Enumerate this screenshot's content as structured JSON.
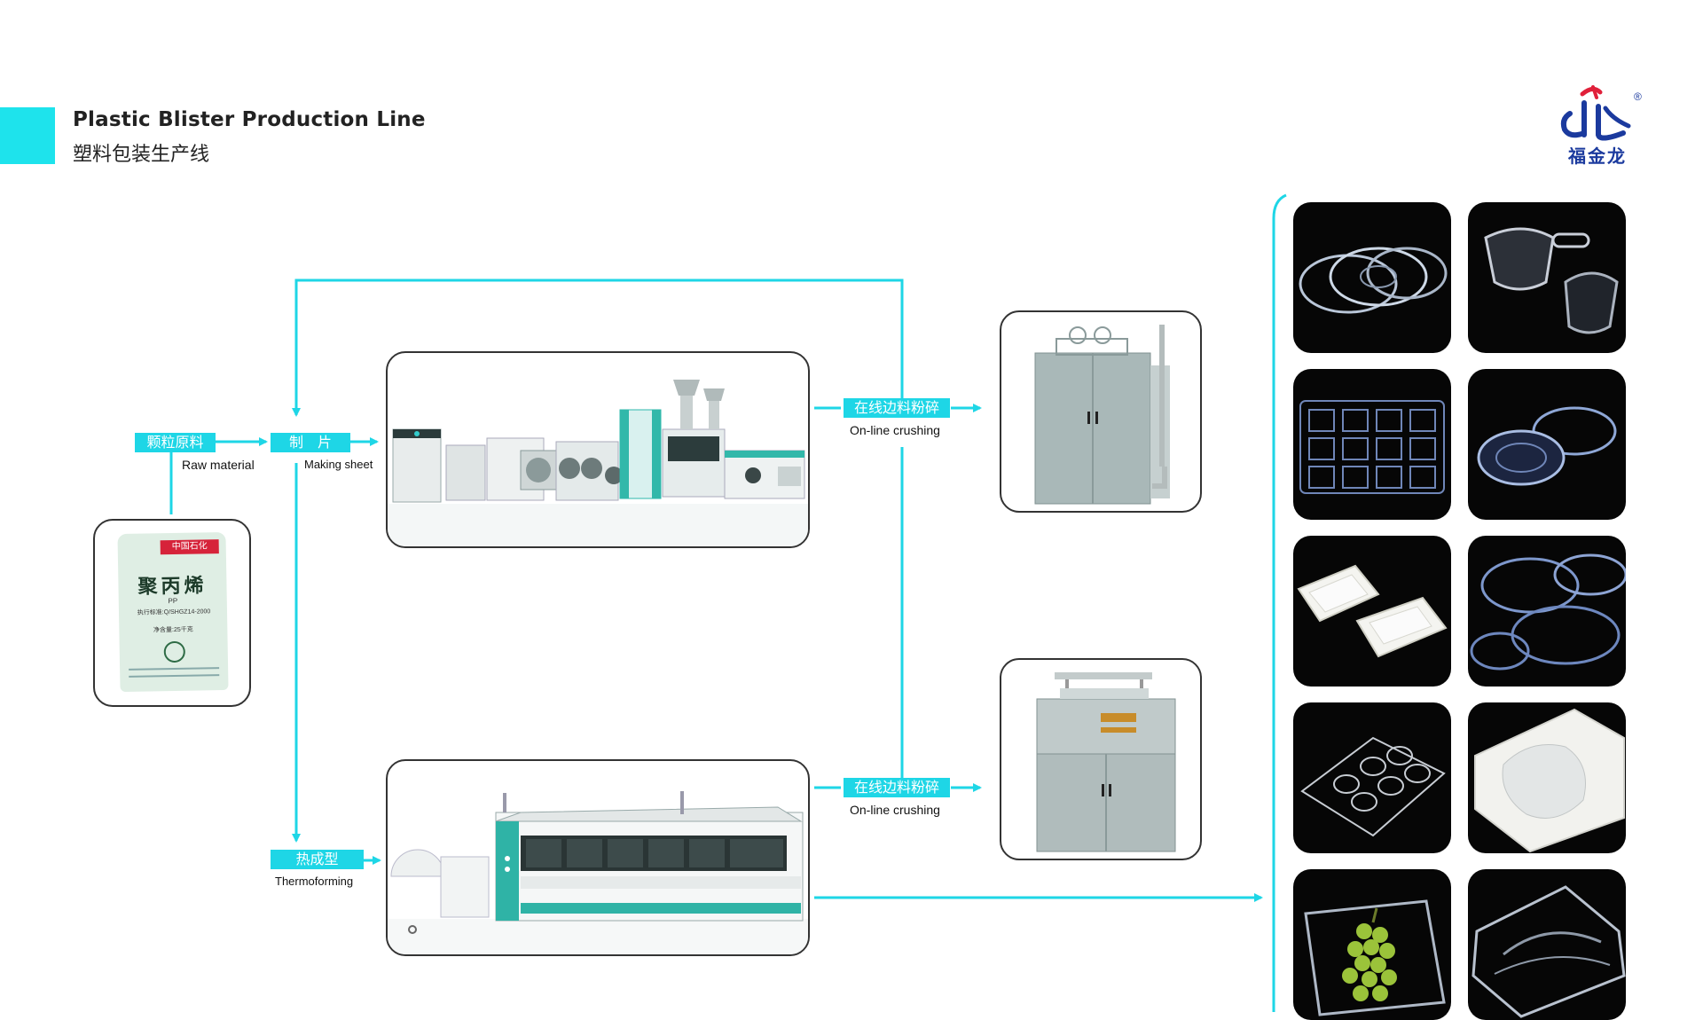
{
  "header": {
    "title_en": "Plastic Blister Production Line",
    "title_cn": "塑料包装生产线"
  },
  "brand": {
    "logo_text": "福金龙",
    "registered_mark": "®",
    "logo_color": "#1b3a9e",
    "logo_accent_color": "#e0203a"
  },
  "colors": {
    "accent": "#1ee3ec",
    "flow_line": "#1ed6e6"
  },
  "stages": {
    "raw_material": {
      "cn": "颗粒原料",
      "en": "Raw material"
    },
    "making_sheet": {
      "cn": "制　片",
      "en": "Making sheet"
    },
    "thermoforming": {
      "cn": "热成型",
      "en": "Thermoforming"
    },
    "crushing_top": {
      "cn": "在线边料粉碎",
      "en": "On-line crushing"
    },
    "crushing_bottom": {
      "cn": "在线边料粉碎",
      "en": "On-line crushing"
    }
  },
  "raw_bag": {
    "brand_label": "中国石化",
    "product_name": "聚丙烯",
    "grade": "PP",
    "standard": "执行标准:Q/SHGZ14-2000",
    "net_weight": "净含量:25千克"
  },
  "products": [
    {
      "name": "round-lids-icon"
    },
    {
      "name": "sauce-cups-icon"
    },
    {
      "name": "compartment-tray-icon"
    },
    {
      "name": "hinged-bowl-icon"
    },
    {
      "name": "white-food-tray-icon"
    },
    {
      "name": "clear-plates-icon"
    },
    {
      "name": "egg-tray-icon"
    },
    {
      "name": "white-insert-tray-icon"
    },
    {
      "name": "grape-box-icon"
    },
    {
      "name": "clamshell-box-icon"
    }
  ]
}
